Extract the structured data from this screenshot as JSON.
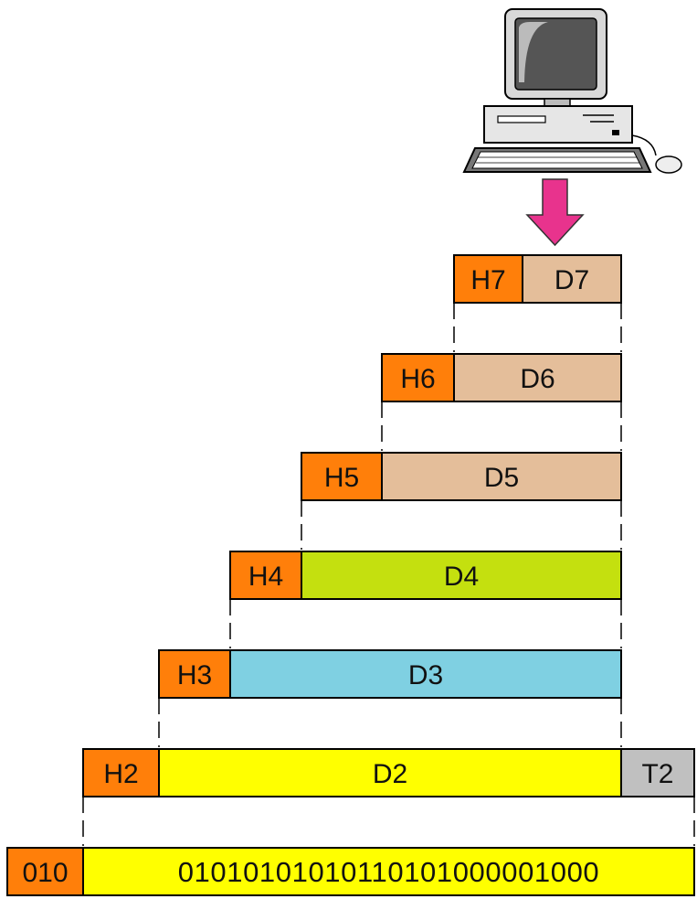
{
  "colors": {
    "header": "#ff7f0a",
    "data_tan": "#e4be9a",
    "data_green": "#c4e00f",
    "data_blue": "#7fd0e2",
    "data_yellow": "#ffff00",
    "trailer": "#c0c0c0",
    "arrow": "#e8338d"
  },
  "icons": {
    "computer": "desktop-computer-icon",
    "arrow": "down-arrow-icon"
  },
  "layers": {
    "l7": {
      "header": "H7",
      "data": "D7"
    },
    "l6": {
      "header": "H6",
      "data": "D6"
    },
    "l5": {
      "header": "H5",
      "data": "D5"
    },
    "l4": {
      "header": "H4",
      "data": "D4"
    },
    "l3": {
      "header": "H3",
      "data": "D3"
    },
    "l2": {
      "header": "H2",
      "data": "D2",
      "trailer": "T2"
    },
    "l1": {
      "header": "010",
      "bits": "01010101010110101000001000"
    }
  }
}
